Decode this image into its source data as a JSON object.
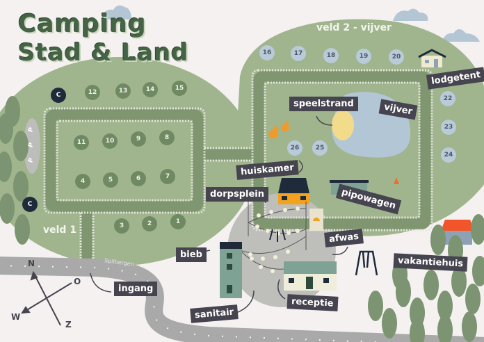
{
  "title": {
    "line1": "Camping",
    "line2": "Stad & Land"
  },
  "fields": {
    "veld1": "veld 1",
    "veld2": "veld 2 - vijver"
  },
  "road_name": "Spilbergen",
  "pitches_veld1": [
    "12",
    "13",
    "14",
    "15",
    "11",
    "10",
    "9",
    "8",
    "4",
    "5",
    "6",
    "7",
    "3",
    "2",
    "1"
  ],
  "pitches_veld2": [
    "16",
    "17",
    "18",
    "19",
    "20",
    "22",
    "23",
    "24",
    "26",
    "25"
  ],
  "camper_spots": [
    "C",
    "C"
  ],
  "parking": [
    "P",
    "P",
    "P"
  ],
  "labels": {
    "speelstrand": "speelstrand",
    "vijver": "vijver",
    "lodgetent": "lodgetent",
    "huiskamer": "huiskamer",
    "dorpsplein": "dorpsplein",
    "pipowagen": "pipowagen",
    "afwas": "afwas",
    "bieb": "bieb",
    "vakantiehuis": "vakantiehuis",
    "ingang": "ingang",
    "receptie": "receptie",
    "sanitair": "sanitair"
  },
  "compass": {
    "n": "N",
    "o": "O",
    "z": "Z",
    "w": "W"
  },
  "colors": {
    "field": "#a0b58d",
    "path": "#7f9670",
    "label_bg": "#45444f",
    "pond": "#b3c6d6",
    "beach": "#f2dc8c",
    "road": "#a9a9a9",
    "title": "#456446"
  }
}
